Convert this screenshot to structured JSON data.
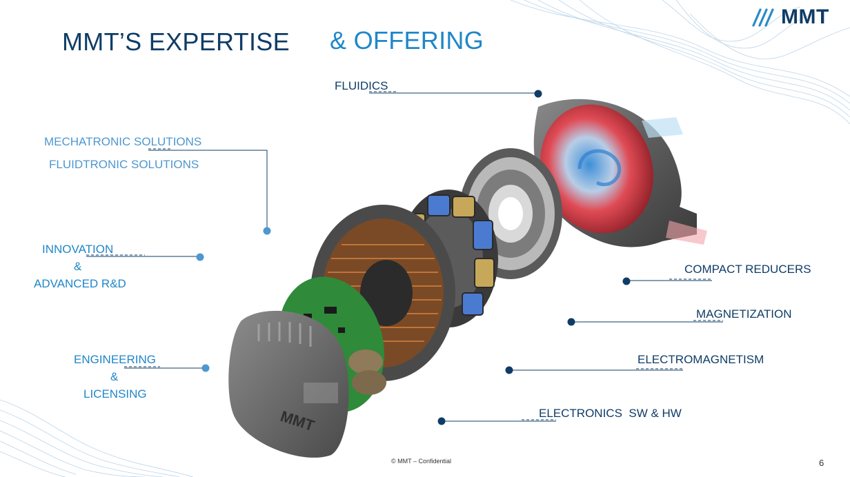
{
  "title": {
    "part1": "MMT’S EXPERTISE",
    "part2": "& OFFERING"
  },
  "logo": {
    "text": "MMT",
    "embossed_text": "MMT"
  },
  "labels": {
    "fluidics": "FLUIDICS",
    "mechatronic": "MECHATRONIC SOLUTIONS",
    "fluidtronic": "FLUIDTRONIC SOLUTIONS",
    "innovation": "INNOVATION",
    "innovation_amp": "&",
    "advanced": "ADVANCED R&D",
    "engineering": "ENGINEERING",
    "engineering_amp": "&",
    "licensing": "LICENSING",
    "compact_reducers": "COMPACT REDUCERS",
    "magnetization": "MAGNETIZATION",
    "electromagnetism": "ELECTROMAGNETISM",
    "electronics": "ELECTRONICS  SW & HW"
  },
  "footer": {
    "confidential": "© MMT – Confidential",
    "page": "6"
  },
  "colors": {
    "dark_blue": "#0f3c66",
    "mid_blue": "#1f86c8",
    "light_blue": "#4e97cf"
  }
}
